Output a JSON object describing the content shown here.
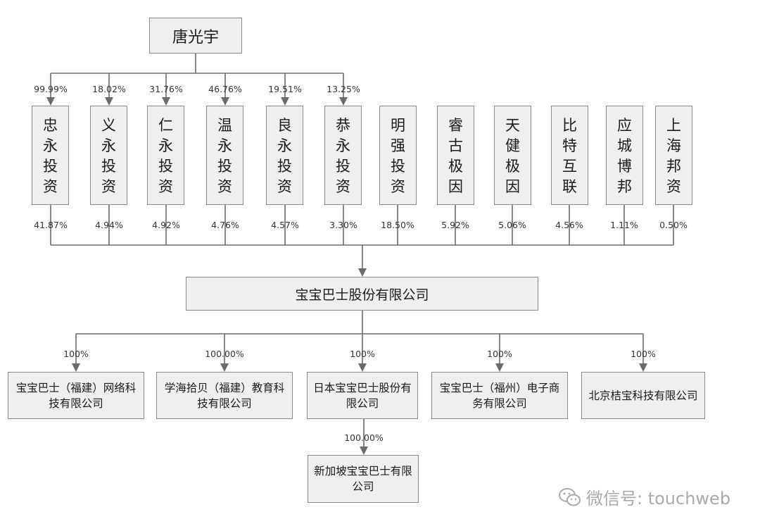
{
  "top_person": "唐光宇",
  "investors": [
    {
      "name": "忠永投资",
      "upper_pct": "99.99%",
      "lower_pct": "41.87%"
    },
    {
      "name": "义永投资",
      "upper_pct": "18.02%",
      "lower_pct": "4.94%"
    },
    {
      "name": "仁永投资",
      "upper_pct": "31.76%",
      "lower_pct": "4.92%"
    },
    {
      "name": "温永投资",
      "upper_pct": "46.76%",
      "lower_pct": "4.76%"
    },
    {
      "name": "良永投资",
      "upper_pct": "19.51%",
      "lower_pct": "4.57%"
    },
    {
      "name": "恭永投资",
      "upper_pct": "13.25%",
      "lower_pct": "3.30%"
    },
    {
      "name": "明强投资",
      "upper_pct": "",
      "lower_pct": "18.50%"
    },
    {
      "name": "睿古极因",
      "upper_pct": "",
      "lower_pct": "5.92%"
    },
    {
      "name": "天健极因",
      "upper_pct": "",
      "lower_pct": "5.06%"
    },
    {
      "name": "比特互联",
      "upper_pct": "",
      "lower_pct": "4.56%"
    },
    {
      "name": "应城博邦",
      "upper_pct": "",
      "lower_pct": "1.11%"
    },
    {
      "name": "上海邦资",
      "upper_pct": "",
      "lower_pct": "0.50%"
    }
  ],
  "company": "宝宝巴士股份有限公司",
  "subsidiaries": [
    {
      "name": "宝宝巴士（福建）网络科技有限公司",
      "pct": "100%"
    },
    {
      "name": "学海拾贝（福建）教育科技有限公司",
      "pct": "100.00%"
    },
    {
      "name": "日本宝宝巴士股份有限公司",
      "pct": "100%"
    },
    {
      "name": "宝宝巴士（福州）电子商务有限公司",
      "pct": "100%"
    },
    {
      "name": "北京桔宝科技有限公司",
      "pct": "100%"
    }
  ],
  "sub_subsidiary": {
    "name": "新加坡宝宝巴士有限公司",
    "pct": "100.00%"
  },
  "watermark": "微信号: touchweb",
  "colors": {
    "box_fill": "#efefef",
    "box_border": "#8a8a8a",
    "line": "#6b6b6b",
    "watermark": "#a9a9a9"
  }
}
